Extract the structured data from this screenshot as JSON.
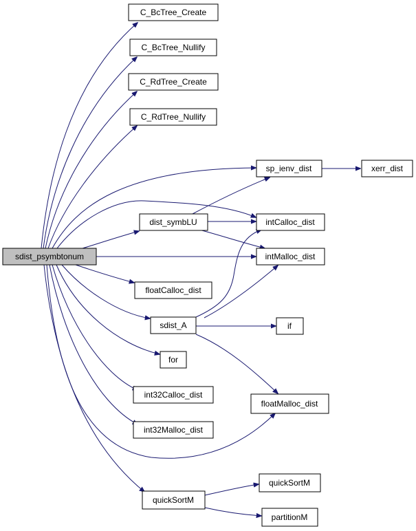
{
  "graph": {
    "root": "sdist_psymbtonum",
    "colors": {
      "edge": "#191970",
      "root_fill": "#bfbfbf",
      "node_fill": "#ffffff",
      "node_border": "#000000"
    },
    "nodes": {
      "sdist_psymbtonum": "sdist_psymbtonum",
      "c_bctree_create": "C_BcTree_Create",
      "c_bctree_nullify": "C_BcTree_Nullify",
      "c_rdtree_create": "C_RdTree_Create",
      "c_rdtree_nullify": "C_RdTree_Nullify",
      "sp_ienv_dist": "sp_ienv_dist",
      "xerr_dist": "xerr_dist",
      "dist_symblu": "dist_symbLU",
      "intcalloc_dist": "intCalloc_dist",
      "intmalloc_dist": "intMalloc_dist",
      "floatcalloc_dist": "floatCalloc_dist",
      "sdist_a": "sdist_A",
      "if": "if",
      "for": "for",
      "int32calloc_dist": "int32Calloc_dist",
      "floatmalloc_dist": "floatMalloc_dist",
      "int32malloc_dist": "int32Malloc_dist",
      "quicksortm_caller": "quickSortM",
      "quicksortm_callee": "quickSortM",
      "partitionm": "partitionM"
    },
    "edges": [
      [
        "sdist_psymbtonum",
        "c_bctree_create"
      ],
      [
        "sdist_psymbtonum",
        "c_bctree_nullify"
      ],
      [
        "sdist_psymbtonum",
        "c_rdtree_create"
      ],
      [
        "sdist_psymbtonum",
        "c_rdtree_nullify"
      ],
      [
        "sdist_psymbtonum",
        "sp_ienv_dist"
      ],
      [
        "sdist_psymbtonum",
        "intcalloc_dist"
      ],
      [
        "sdist_psymbtonum",
        "dist_symblu"
      ],
      [
        "sdist_psymbtonum",
        "intmalloc_dist"
      ],
      [
        "sdist_psymbtonum",
        "floatcalloc_dist"
      ],
      [
        "sdist_psymbtonum",
        "sdist_a"
      ],
      [
        "sdist_psymbtonum",
        "for"
      ],
      [
        "sdist_psymbtonum",
        "int32calloc_dist"
      ],
      [
        "sdist_psymbtonum",
        "int32malloc_dist"
      ],
      [
        "sdist_psymbtonum",
        "floatmalloc_dist"
      ],
      [
        "sdist_psymbtonum",
        "quicksortm_caller"
      ],
      [
        "sp_ienv_dist",
        "xerr_dist"
      ],
      [
        "dist_symblu",
        "sp_ienv_dist"
      ],
      [
        "dist_symblu",
        "intcalloc_dist"
      ],
      [
        "dist_symblu",
        "intmalloc_dist"
      ],
      [
        "sdist_a",
        "intcalloc_dist"
      ],
      [
        "sdist_a",
        "intmalloc_dist"
      ],
      [
        "sdist_a",
        "if"
      ],
      [
        "sdist_a",
        "floatmalloc_dist"
      ],
      [
        "quicksortm_caller",
        "quicksortm_callee"
      ],
      [
        "quicksortm_caller",
        "partitionm"
      ]
    ]
  }
}
